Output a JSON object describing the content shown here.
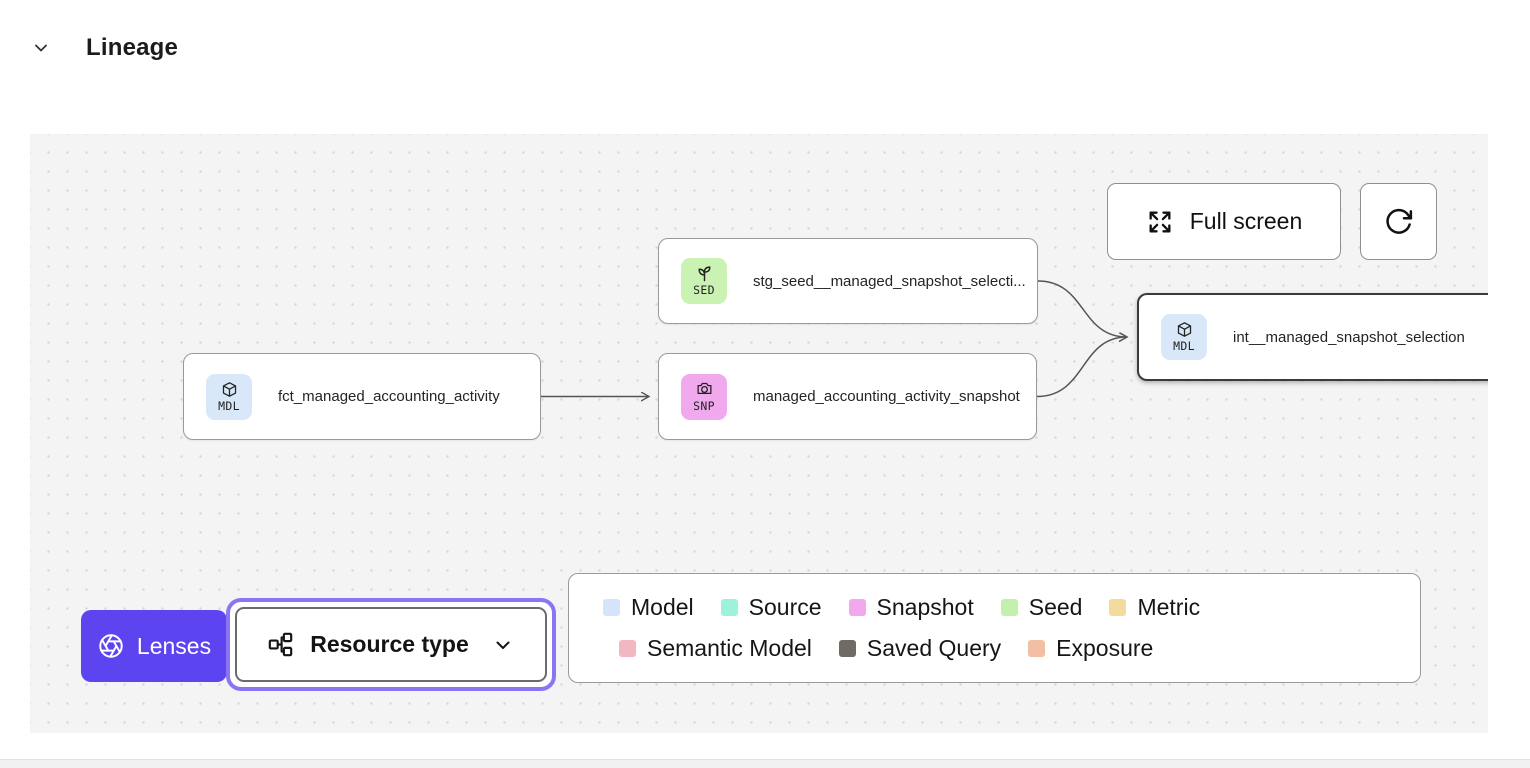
{
  "header": {
    "title": "Lineage"
  },
  "toolbar": {
    "full_screen_label": "Full screen"
  },
  "graph": {
    "nodes": [
      {
        "badge": "SED",
        "icon": "sprout-icon",
        "label": "stg_seed__managed_snapshot_selecti...",
        "type": "Seed",
        "badge_color": "#c9f2b3",
        "selected": false
      },
      {
        "badge": "MDL",
        "icon": "cube-icon",
        "label": "fct_managed_accounting_activity",
        "type": "Model",
        "badge_color": "#d9e8f9",
        "selected": false
      },
      {
        "badge": "SNP",
        "icon": "camera-icon",
        "label": "managed_accounting_activity_snapshot",
        "type": "Snapshot",
        "badge_color": "#f0a9ec",
        "selected": false
      },
      {
        "badge": "MDL",
        "icon": "cube-icon",
        "label": "int__managed_snapshot_selection",
        "type": "Model",
        "badge_color": "#d9e8f9",
        "selected": true
      }
    ],
    "edges": [
      {
        "from": "fct_managed_accounting_activity",
        "to": "managed_accounting_activity_snapshot"
      },
      {
        "from": "stg_seed__managed_snapshot_selecti...",
        "to": "int__managed_snapshot_selection"
      },
      {
        "from": "managed_accounting_activity_snapshot",
        "to": "int__managed_snapshot_selection"
      }
    ]
  },
  "lenses": {
    "label": "Lenses",
    "color": "#5c44f0"
  },
  "resource_type_dropdown": {
    "label": "Resource type",
    "active": true,
    "ring_color": "#8a76f2"
  },
  "legend": {
    "items": [
      {
        "label": "Model",
        "color": "#d6e4fb"
      },
      {
        "label": "Source",
        "color": "#9ef2dd"
      },
      {
        "label": "Snapshot",
        "color": "#f0a9ec"
      },
      {
        "label": "Seed",
        "color": "#c4f0ae"
      },
      {
        "label": "Metric",
        "color": "#f2db9d"
      },
      {
        "label": "Semantic Model",
        "color": "#f2b8c2"
      },
      {
        "label": "Saved Query",
        "color": "#6f6a64"
      },
      {
        "label": "Exposure",
        "color": "#f2bfa3"
      }
    ]
  },
  "colors": {
    "canvas_bg": "#f4f4f4",
    "node_border": "#9a9a9a",
    "selected_node_border": "#3b3b3b",
    "edge": "#555555"
  }
}
